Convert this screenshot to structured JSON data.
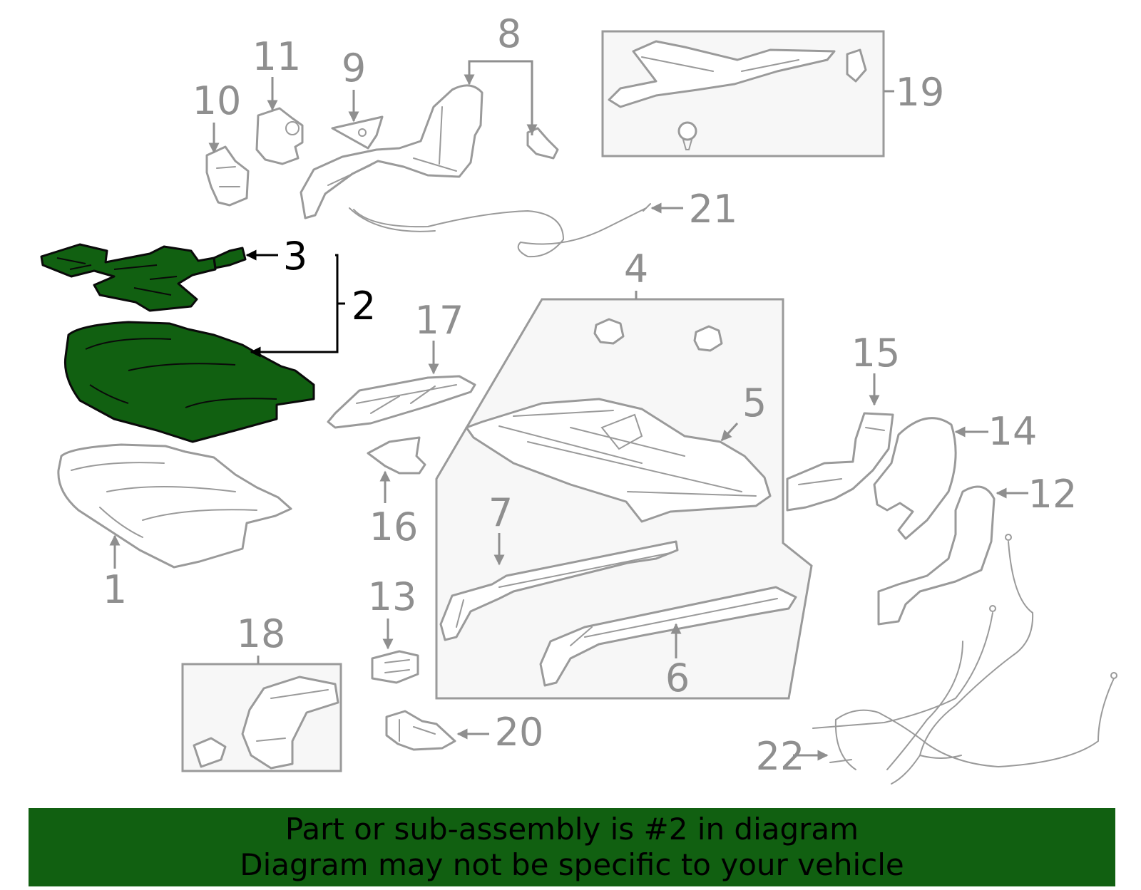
{
  "colors": {
    "highlight": "#116011",
    "line": "#9a9a9a",
    "label": "#8f8f8f",
    "banner_background": "#116011",
    "banner_text": "#000000"
  },
  "callouts": {
    "c1": "1",
    "c2": "2",
    "c3": "3",
    "c4": "4",
    "c5": "5",
    "c6": "6",
    "c7": "7",
    "c8": "8",
    "c9": "9",
    "c10": "10",
    "c11": "11",
    "c12": "12",
    "c13": "13",
    "c14": "14",
    "c15": "15",
    "c16": "16",
    "c17": "17",
    "c18": "18",
    "c19": "19",
    "c20": "20",
    "c21": "21",
    "c22": "22"
  },
  "highlighted_part": "2",
  "banner": {
    "line1": "Part or sub-assembly is #2 in diagram",
    "line2": "Diagram may not be specific to your vehicle"
  }
}
